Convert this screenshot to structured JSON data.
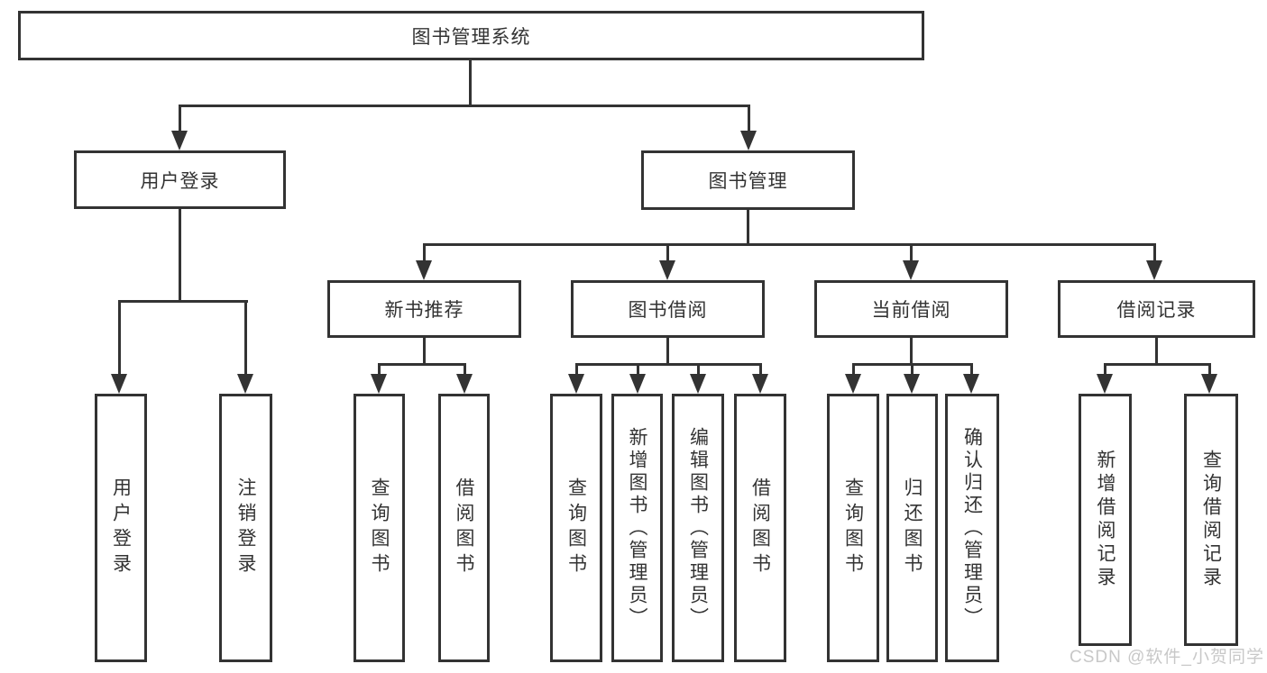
{
  "root": {
    "label": "图书管理系统"
  },
  "level2": {
    "user_login": "用户登录",
    "book_mgmt": "图书管理"
  },
  "level3": {
    "new_books": "新书推荐",
    "borrow": "图书借阅",
    "current": "当前借阅",
    "records": "借阅记录"
  },
  "leaves": {
    "user_login": [
      "用户登录",
      "注销登录"
    ],
    "new_books": [
      "查询图书",
      "借阅图书"
    ],
    "borrow": [
      "查询图书",
      "新增图书（管理员）",
      "编辑图书（管理员）",
      "借阅图书"
    ],
    "current": [
      "查询图书",
      "归还图书",
      "确认归还（管理员）"
    ],
    "records": [
      "新增借阅记录",
      "查询借阅记录"
    ]
  },
  "watermark": "CSDN @软件_小贺同学",
  "colors": {
    "line": "#333333",
    "text": "#333333",
    "watermark": "#c8c8c8",
    "background": "#ffffff"
  }
}
